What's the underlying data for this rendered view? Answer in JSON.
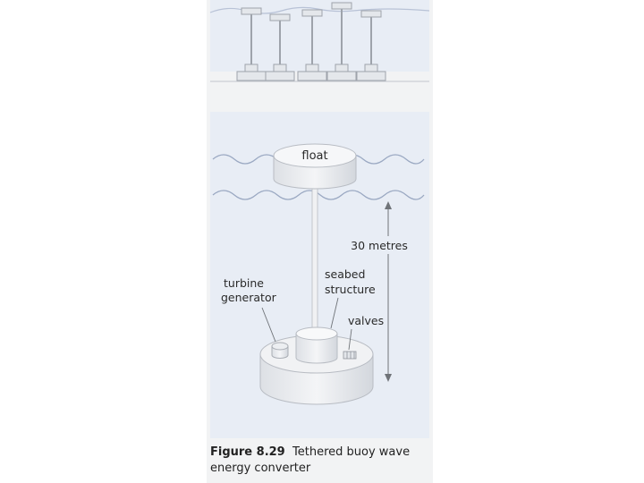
{
  "labels": {
    "float": "float",
    "distance": "30 metres",
    "turbine_line1": "turbine",
    "turbine_line2": "generator",
    "seabed_line1": "seabed",
    "seabed_line2": "structure",
    "valves": "valves"
  },
  "caption": {
    "figure_number": "Figure 8.29",
    "text_line1": "Tethered buoy wave",
    "text_line2": "energy converter"
  },
  "colors": {
    "panel_background": "#f2f3f4",
    "water": "#e8edf5",
    "device_fill": "#eef0f3",
    "outline": "#b8bcc3",
    "wave_line": "#9aa8c2"
  }
}
